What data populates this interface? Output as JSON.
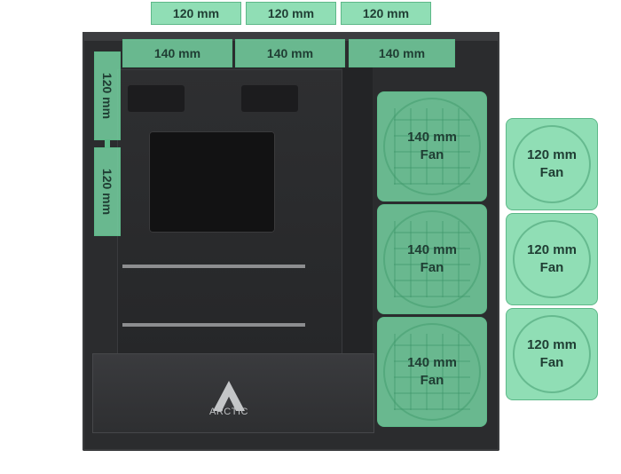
{
  "brand": "ARCTIC",
  "top_outside_fans": [
    {
      "label": "120 mm"
    },
    {
      "label": "120 mm"
    },
    {
      "label": "120 mm"
    }
  ],
  "top_inside_fans": [
    {
      "label": "140 mm"
    },
    {
      "label": "140 mm"
    },
    {
      "label": "140 mm"
    }
  ],
  "rear_fans": [
    {
      "label": "120 mm"
    },
    {
      "label": "120 mm"
    }
  ],
  "front_fans": [
    {
      "line1": "140 mm",
      "line2": "Fan"
    },
    {
      "line1": "140 mm",
      "line2": "Fan"
    },
    {
      "line1": "140 mm",
      "line2": "Fan"
    }
  ],
  "side_fans": [
    {
      "line1": "120 mm",
      "line2": "Fan"
    },
    {
      "line1": "120 mm",
      "line2": "Fan"
    },
    {
      "line1": "120 mm",
      "line2": "Fan"
    }
  ],
  "colors": {
    "fan_fill": "#78d7a5",
    "fan_text": "#1f3d33",
    "case": "#2b2c2e"
  }
}
